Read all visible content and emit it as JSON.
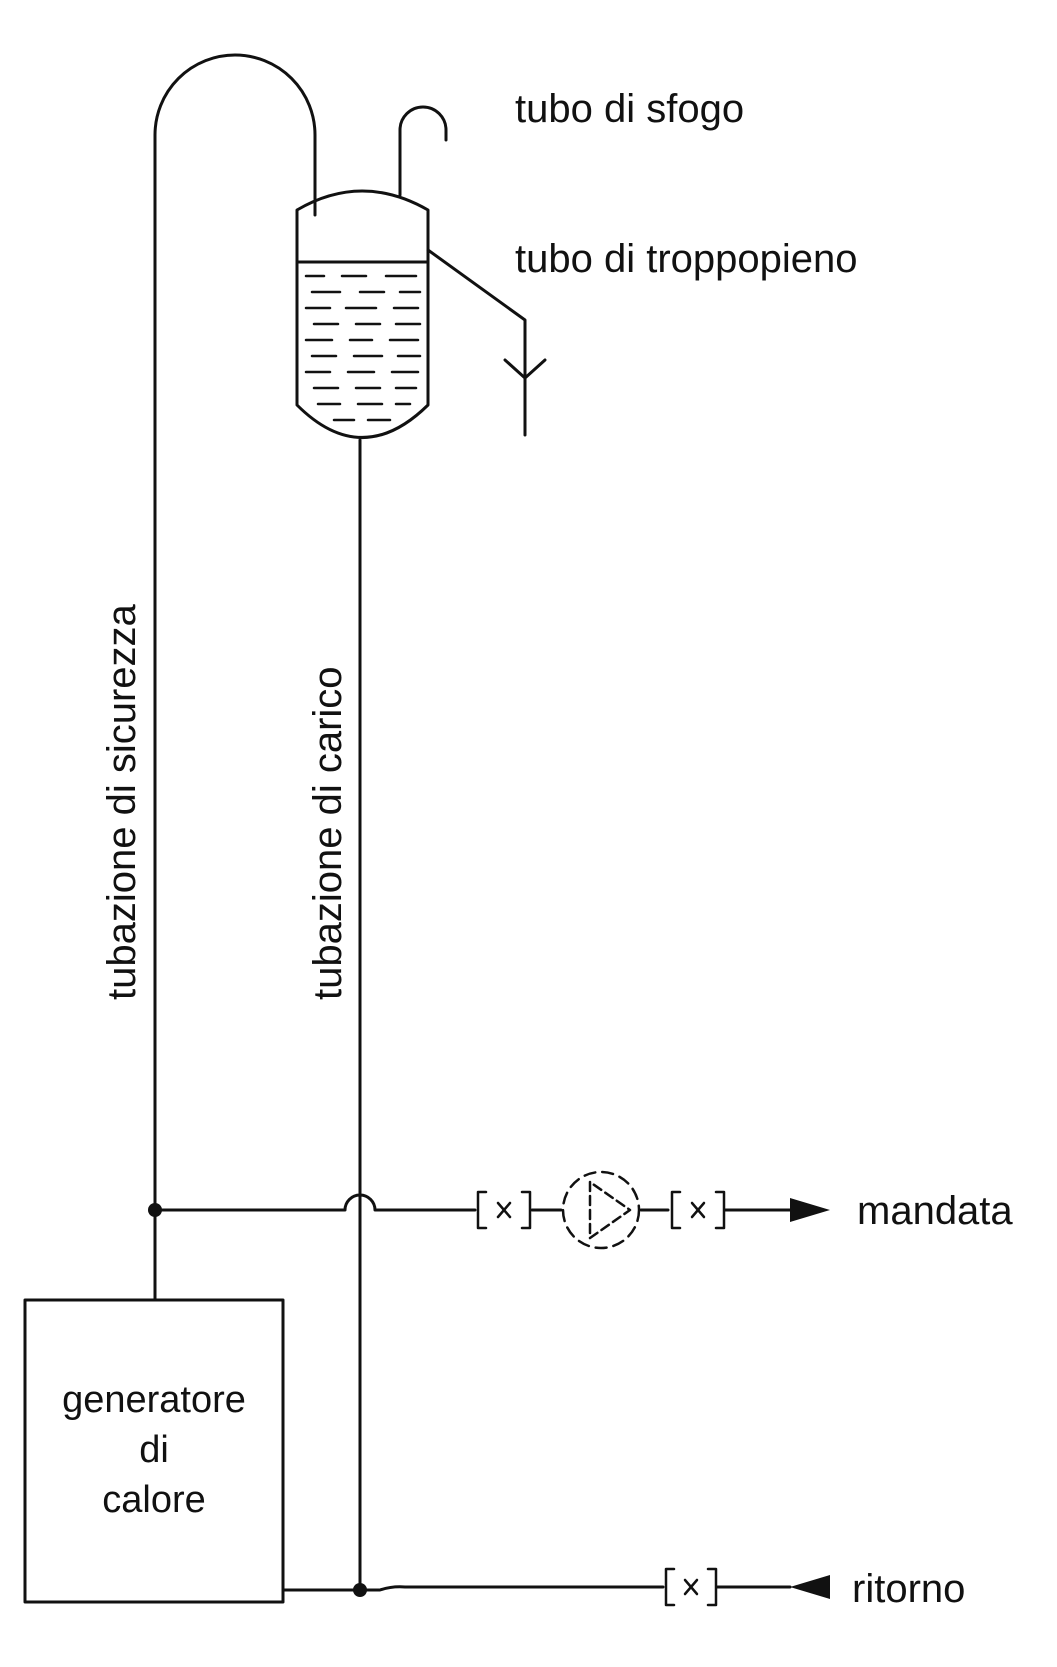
{
  "labels": {
    "tubo_sfogo": "tubo di sfogo",
    "tubo_troppopieno": "tubo di troppopieno",
    "tubazione_sicurezza": "tubazione di sicurezza",
    "tubazione_carico": "tubazione di carico",
    "mandata": "mandata",
    "ritorno": "ritorno",
    "generatore_line1": "generatore",
    "generatore_line2": "di",
    "generatore_line3": "calore"
  },
  "colors": {
    "line": "#111111",
    "background": "#ffffff"
  }
}
